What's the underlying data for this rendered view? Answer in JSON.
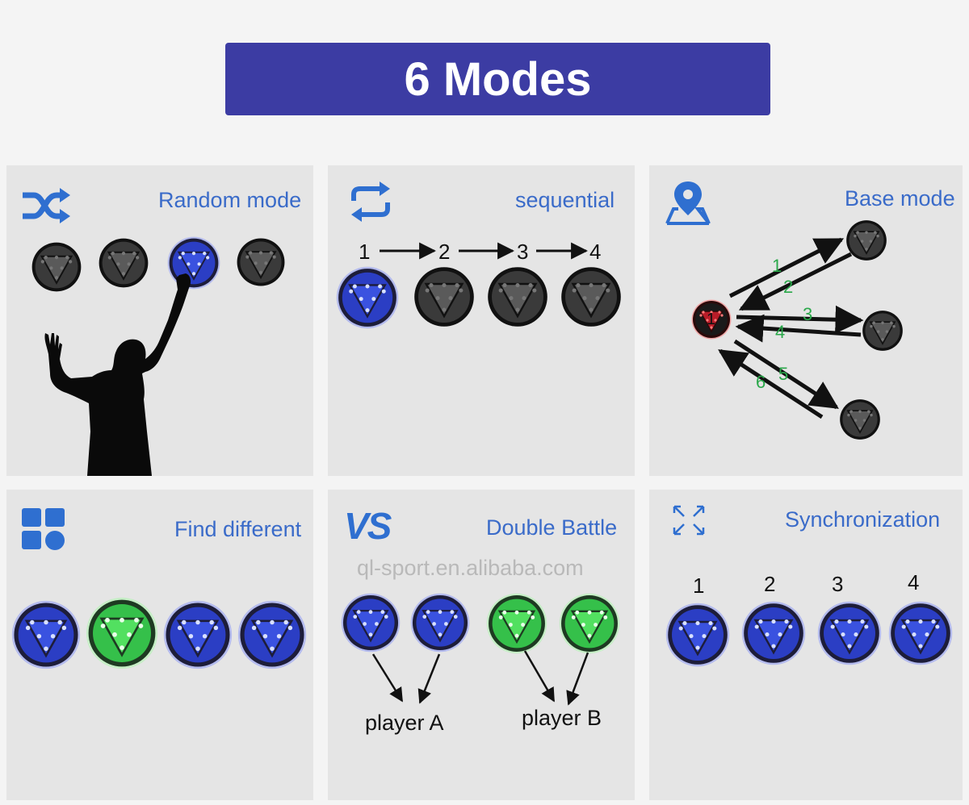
{
  "banner": {
    "title": "6 Modes"
  },
  "colors": {
    "banner_bg": "#3c3ca3",
    "title_blue": "#3a6bc9",
    "pod_blue": "#2b3ec4",
    "pod_green": "#35c04a",
    "pod_red": "#b81c28",
    "pod_off": "#3a3a3a"
  },
  "panels": {
    "random": {
      "title": "Random mode",
      "icon": "shuffle-icon"
    },
    "sequential": {
      "title": "sequential",
      "icon": "repeat-icon",
      "steps": [
        "1",
        "2",
        "3",
        "4"
      ]
    },
    "base": {
      "title": "Base mode",
      "icon": "map-pin-icon",
      "center_label": "1",
      "arrow_numbers": [
        "1",
        "2",
        "3",
        "4",
        "5",
        "6"
      ]
    },
    "find": {
      "title": "Find different",
      "icon": "shapes-grid-icon"
    },
    "battle": {
      "title": "Double Battle",
      "icon_text": "VS",
      "watermark": "ql-sport.en.alibaba.com",
      "player_a": "player A",
      "player_b": "player B"
    },
    "sync": {
      "title": "Synchronization",
      "icon": "expand-arrows-icon",
      "numbers": [
        "1",
        "2",
        "3",
        "4"
      ]
    }
  }
}
